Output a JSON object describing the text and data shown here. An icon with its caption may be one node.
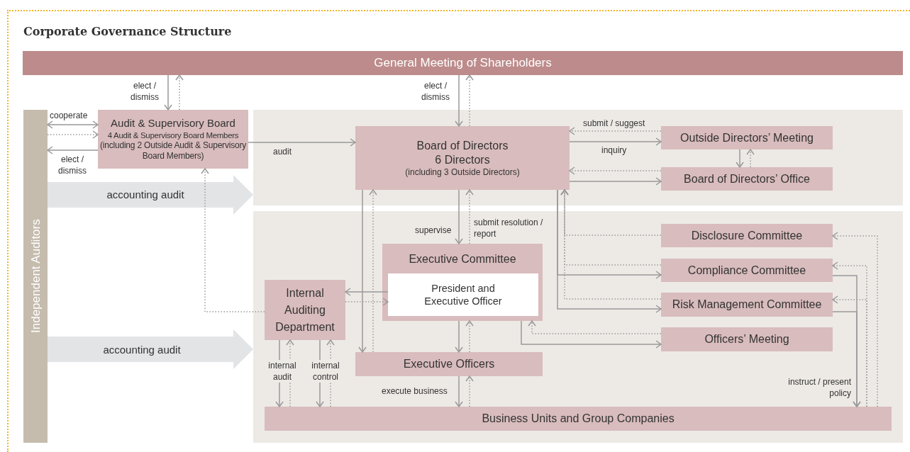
{
  "diagram": {
    "title": "Corporate Governance Structure",
    "nodes": [
      {
        "text": [
          "General Meeting of Shareholders"
        ]
      },
      {
        "text": [
          "Independent Auditors"
        ]
      },
      {
        "text": [
          "Audit & Supervisory Board",
          "4 Audit & Supervisory Board Members",
          "(including 2 Outside Audit & Supervisory Board Members)"
        ]
      },
      {
        "text": [],
        "shape": "box"
      },
      {
        "text": [
          "Board of Directors",
          "6 Directors",
          "(including 3 Outside Directors)"
        ],
        "in": 3
      },
      {
        "text": [
          "Outside Directors’ Meeting"
        ],
        "in": 3
      },
      {
        "text": [
          "Board of Directors’ Office"
        ],
        "in": 3
      },
      {
        "text": [],
        "shape": "box"
      },
      {
        "text": [
          "Executive Committee"
        ],
        "in": 7
      },
      {
        "text": [
          "President and Executive Officer"
        ],
        "in": 8
      },
      {
        "text": [
          "Internal Auditing Department"
        ],
        "in": 7
      },
      {
        "text": [
          "Disclosure Committee"
        ],
        "in": 7
      },
      {
        "text": [
          "Compliance Committee"
        ],
        "in": 7
      },
      {
        "text": [
          "Risk Management Committee"
        ],
        "in": 7
      },
      {
        "text": [
          "Officers’ Meeting"
        ],
        "in": 7
      },
      {
        "text": [
          "Executive Officers"
        ],
        "in": 7
      },
      {
        "text": [
          "Business Units and Group Companies"
        ],
        "in": 7
      }
    ],
    "edges": [
      {
        "from": 0,
        "to": 2,
        "arrow": "to",
        "label": "elect / dismiss"
      },
      {
        "from": 2,
        "to": 0,
        "arrow": "to",
        "style": "dashed"
      },
      {
        "from": 0,
        "to": 4,
        "arrow": "to",
        "label": "elect / dismiss"
      },
      {
        "from": 4,
        "to": 0,
        "arrow": "to",
        "style": "dashed"
      },
      {
        "from": 1,
        "to": 2,
        "arrow": "both",
        "label": "cooperate"
      },
      {
        "from": 1,
        "to": 2,
        "arrow": "to",
        "style": "dashed"
      },
      {
        "from": 2,
        "to": 1,
        "arrow": "to",
        "label": "elect / dismiss"
      },
      {
        "from": 1,
        "to": 3,
        "arrow": "to",
        "label": "accounting audit",
        "style": "thick",
        "color": "#e3e4e6"
      },
      {
        "from": 1,
        "to": 7,
        "arrow": "to",
        "label": "accounting audit",
        "style": "thick",
        "color": "#e3e4e6"
      },
      {
        "from": 2,
        "to": 4,
        "arrow": "to",
        "label": "audit"
      },
      {
        "from": 10,
        "to": 2,
        "arrow": "to",
        "style": "dashed"
      },
      {
        "from": 5,
        "to": 4,
        "arrow": "to",
        "label": "submit / suggest",
        "style": "dashed"
      },
      {
        "from": 4,
        "to": 5,
        "arrow": "to",
        "label": "inquiry"
      },
      {
        "from": 6,
        "to": 4,
        "arrow": "to",
        "style": "dashed"
      },
      {
        "from": 4,
        "to": 6,
        "arrow": "to"
      },
      {
        "from": 5,
        "to": 6,
        "arrow": "to"
      },
      {
        "from": 6,
        "to": 5,
        "arrow": "to",
        "style": "dashed"
      },
      {
        "from": 4,
        "to": 8,
        "arrow": "to",
        "label": "supervise"
      },
      {
        "from": 8,
        "to": 4,
        "arrow": "to",
        "label": "submit resolution / report",
        "style": "dashed"
      },
      {
        "from": 4,
        "to": 15,
        "arrow": "to"
      },
      {
        "from": 15,
        "to": 4,
        "arrow": "to",
        "style": "dashed"
      },
      {
        "from": 4,
        "to": 12,
        "arrow": "to"
      },
      {
        "from": 4,
        "to": 13,
        "arrow": "to"
      },
      {
        "from": 11,
        "to": 4,
        "arrow": "to",
        "style": "dashed"
      },
      {
        "from": 12,
        "to": 4,
        "arrow": "to",
        "style": "dashed"
      },
      {
        "from": 13,
        "to": 4,
        "arrow": "to",
        "style": "dashed"
      },
      {
        "from": 8,
        "to": 14,
        "arrow": "to"
      },
      {
        "from": 14,
        "to": 8,
        "arrow": "to",
        "style": "dashed"
      },
      {
        "from": 9,
        "to": 10,
        "arrow": "to"
      },
      {
        "from": 10,
        "to": 9,
        "arrow": "to",
        "style": "dashed"
      },
      {
        "from": 8,
        "to": 15,
        "arrow": "to"
      },
      {
        "from": 15,
        "to": 8,
        "arrow": "to",
        "style": "dashed"
      },
      {
        "from": 10,
        "to": 16,
        "arrow": "to",
        "label": "internal audit"
      },
      {
        "from": 16,
        "to": 10,
        "arrow": "to",
        "style": "dashed"
      },
      {
        "from": 10,
        "to": 16,
        "arrow": "to",
        "label": "internal control"
      },
      {
        "from": 16,
        "to": 10,
        "arrow": "to",
        "style": "dashed"
      },
      {
        "from": 15,
        "to": 16,
        "arrow": "to",
        "label": "execute business"
      },
      {
        "from": 16,
        "to": 15,
        "arrow": "to",
        "style": "dashed"
      },
      {
        "from": 12,
        "to": 16,
        "arrow": "to",
        "label": "instruct / present policy"
      },
      {
        "from": 13,
        "to": 16,
        "arrow": "to"
      },
      {
        "from": 16,
        "to": 11,
        "arrow": "to",
        "style": "dashed"
      },
      {
        "from": 16,
        "to": 12,
        "arrow": "to",
        "style": "dashed"
      },
      {
        "from": 16,
        "to": 13,
        "arrow": "to",
        "style": "dashed"
      }
    ]
  }
}
